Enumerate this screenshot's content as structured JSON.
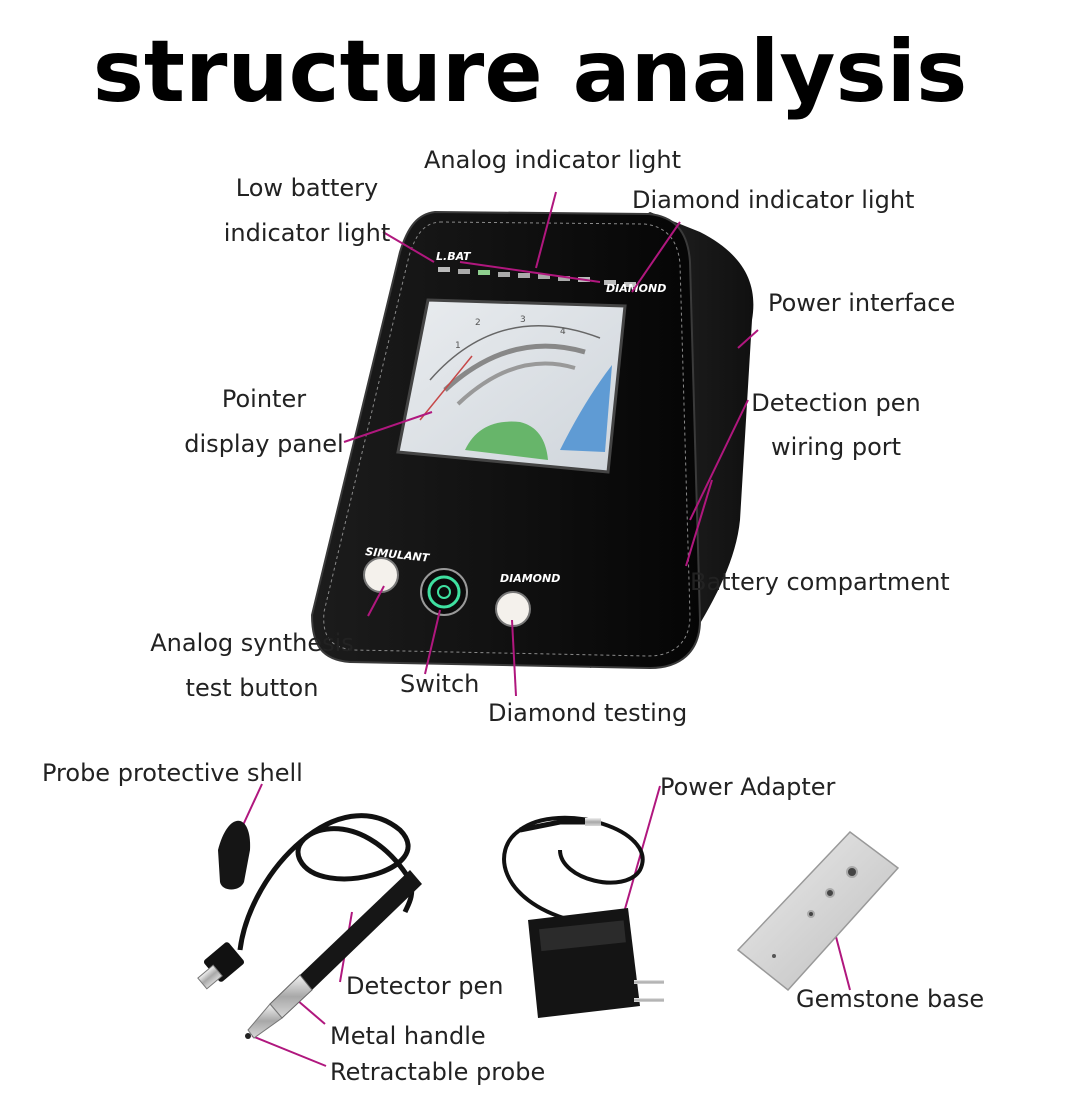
{
  "title": "structure analysis",
  "device": {
    "lbat": "L.BAT",
    "diamond_top": "DIAMOND",
    "simulant": "SIMULANT",
    "diamond_button": "DIAMOND"
  },
  "labels": {
    "analog_indicator": "Analog indicator light",
    "low_battery_1": "Low battery",
    "low_battery_2": "indicator light",
    "diamond_indicator": "Diamond indicator light",
    "power_interface": "Power interface",
    "pointer_1": "Pointer",
    "pointer_2": "display panel",
    "detection_pen_1": "Detection pen",
    "detection_pen_2": "wiring port",
    "battery_compartment": "Battery compartment",
    "analog_synthesis_1": "Analog synthesis",
    "analog_synthesis_2": "test button",
    "switch": "Switch",
    "diamond_testing": "Diamond testing",
    "probe_shell": "Probe protective shell",
    "power_adapter": "Power Adapter",
    "detector_pen": "Detector pen",
    "metal_handle": "Metal handle",
    "retractable_probe": "Retractable probe",
    "gemstone_base": "Gemstone base"
  },
  "colors": {
    "leader": "#b0177e",
    "device_body": "#141414",
    "power_ring": "#3fe0a0"
  }
}
